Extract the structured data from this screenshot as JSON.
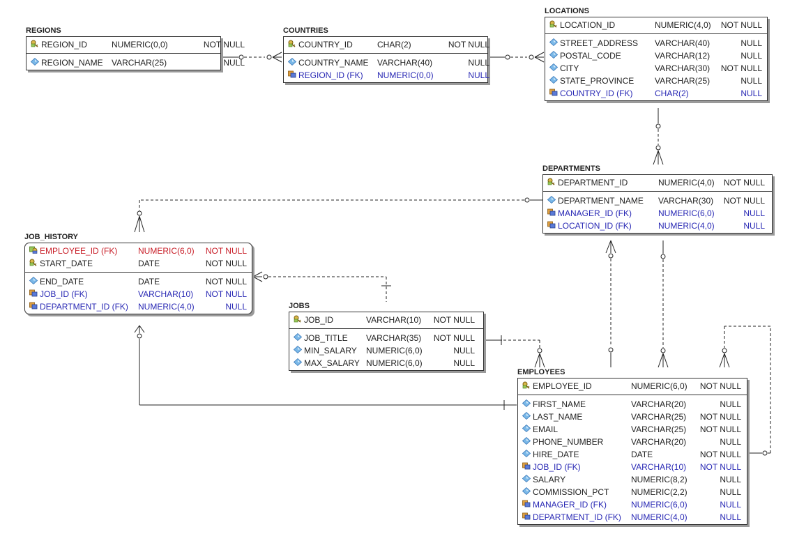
{
  "entities": {
    "regions": {
      "title": "REGIONS",
      "pk": [
        {
          "name": "REGION_ID",
          "type": "NUMERIC(0,0)",
          "nullable": "NOT NULL",
          "icon": "primary-key-icon"
        }
      ],
      "cols": [
        {
          "name": "REGION_NAME",
          "type": "VARCHAR(25)",
          "nullable": "NULL",
          "icon": "column-diamond-icon"
        }
      ]
    },
    "countries": {
      "title": "COUNTRIES",
      "pk": [
        {
          "name": "COUNTRY_ID",
          "type": "CHAR(2)",
          "nullable": "NOT NULL",
          "icon": "primary-key-icon"
        }
      ],
      "cols": [
        {
          "name": "COUNTRY_NAME",
          "type": "VARCHAR(40)",
          "nullable": "NULL",
          "icon": "column-diamond-icon"
        },
        {
          "name": "REGION_ID (FK)",
          "type": "NUMERIC(0,0)",
          "nullable": "NULL",
          "icon": "foreign-key-icon"
        }
      ]
    },
    "locations": {
      "title": "LOCATIONS",
      "pk": [
        {
          "name": "LOCATION_ID",
          "type": "NUMERIC(4,0)",
          "nullable": "NOT NULL",
          "icon": "primary-key-icon"
        }
      ],
      "cols": [
        {
          "name": "STREET_ADDRESS",
          "type": "VARCHAR(40)",
          "nullable": "NULL",
          "icon": "column-diamond-icon"
        },
        {
          "name": "POSTAL_CODE",
          "type": "VARCHAR(12)",
          "nullable": "NULL",
          "icon": "column-diamond-icon"
        },
        {
          "name": "CITY",
          "type": "VARCHAR(30)",
          "nullable": "NOT NULL",
          "icon": "column-diamond-icon"
        },
        {
          "name": "STATE_PROVINCE",
          "type": "VARCHAR(25)",
          "nullable": "NULL",
          "icon": "column-diamond-icon"
        },
        {
          "name": "COUNTRY_ID (FK)",
          "type": "CHAR(2)",
          "nullable": "NULL",
          "icon": "foreign-key-icon"
        }
      ]
    },
    "departments": {
      "title": "DEPARTMENTS",
      "pk": [
        {
          "name": "DEPARTMENT_ID",
          "type": "NUMERIC(4,0)",
          "nullable": "NOT NULL",
          "icon": "primary-key-icon"
        }
      ],
      "cols": [
        {
          "name": "DEPARTMENT_NAME",
          "type": "VARCHAR(30)",
          "nullable": "NOT NULL",
          "icon": "column-diamond-icon"
        },
        {
          "name": "MANAGER_ID (FK)",
          "type": "NUMERIC(6,0)",
          "nullable": "NULL",
          "icon": "foreign-key-icon"
        },
        {
          "name": "LOCATION_ID (FK)",
          "type": "NUMERIC(4,0)",
          "nullable": "NULL",
          "icon": "foreign-key-icon"
        }
      ]
    },
    "job_history": {
      "title": "JOB_HISTORY",
      "pk": [
        {
          "name": "EMPLOYEE_ID (FK)",
          "type": "NUMERIC(6,0)",
          "nullable": "NOT NULL",
          "icon": "primary-foreign-key-icon"
        },
        {
          "name": "START_DATE",
          "type": "DATE",
          "nullable": "NOT NULL",
          "icon": "primary-key-icon"
        }
      ],
      "cols": [
        {
          "name": "END_DATE",
          "type": "DATE",
          "nullable": "NOT NULL",
          "icon": "column-diamond-icon"
        },
        {
          "name": "JOB_ID (FK)",
          "type": "VARCHAR(10)",
          "nullable": "NOT NULL",
          "icon": "foreign-key-icon"
        },
        {
          "name": "DEPARTMENT_ID (FK)",
          "type": "NUMERIC(4,0)",
          "nullable": "NULL",
          "icon": "foreign-key-icon"
        }
      ]
    },
    "jobs": {
      "title": "JOBS",
      "pk": [
        {
          "name": "JOB_ID",
          "type": "VARCHAR(10)",
          "nullable": "NOT NULL",
          "icon": "primary-key-icon"
        }
      ],
      "cols": [
        {
          "name": "JOB_TITLE",
          "type": "VARCHAR(35)",
          "nullable": "NOT NULL",
          "icon": "column-diamond-icon"
        },
        {
          "name": "MIN_SALARY",
          "type": "NUMERIC(6,0)",
          "nullable": "NULL",
          "icon": "column-diamond-icon"
        },
        {
          "name": "MAX_SALARY",
          "type": "NUMERIC(6,0)",
          "nullable": "NULL",
          "icon": "column-diamond-icon"
        }
      ]
    },
    "employees": {
      "title": "EMPLOYEES",
      "pk": [
        {
          "name": "EMPLOYEE_ID",
          "type": "NUMERIC(6,0)",
          "nullable": "NOT NULL",
          "icon": "primary-key-icon"
        }
      ],
      "cols": [
        {
          "name": "FIRST_NAME",
          "type": "VARCHAR(20)",
          "nullable": "NULL",
          "icon": "column-diamond-icon"
        },
        {
          "name": "LAST_NAME",
          "type": "VARCHAR(25)",
          "nullable": "NOT NULL",
          "icon": "column-diamond-icon"
        },
        {
          "name": "EMAIL",
          "type": "VARCHAR(25)",
          "nullable": "NOT NULL",
          "icon": "column-diamond-icon"
        },
        {
          "name": "PHONE_NUMBER",
          "type": "VARCHAR(20)",
          "nullable": "NULL",
          "icon": "column-diamond-icon"
        },
        {
          "name": "HIRE_DATE",
          "type": "DATE",
          "nullable": "NOT NULL",
          "icon": "column-diamond-icon"
        },
        {
          "name": "JOB_ID (FK)",
          "type": "VARCHAR(10)",
          "nullable": "NOT NULL",
          "icon": "foreign-key-icon"
        },
        {
          "name": "SALARY",
          "type": "NUMERIC(8,2)",
          "nullable": "NULL",
          "icon": "column-diamond-icon"
        },
        {
          "name": "COMMISSION_PCT",
          "type": "NUMERIC(2,2)",
          "nullable": "NULL",
          "icon": "column-diamond-icon"
        },
        {
          "name": "MANAGER_ID (FK)",
          "type": "NUMERIC(6,0)",
          "nullable": "NULL",
          "icon": "foreign-key-icon"
        },
        {
          "name": "DEPARTMENT_ID (FK)",
          "type": "NUMERIC(4,0)",
          "nullable": "NULL",
          "icon": "foreign-key-icon"
        }
      ]
    }
  },
  "relationships": [
    {
      "from": "REGIONS",
      "to": "COUNTRIES",
      "via": "REGION_ID"
    },
    {
      "from": "COUNTRIES",
      "to": "LOCATIONS",
      "via": "COUNTRY_ID"
    },
    {
      "from": "LOCATIONS",
      "to": "DEPARTMENTS",
      "via": "LOCATION_ID"
    },
    {
      "from": "DEPARTMENTS",
      "to": "JOB_HISTORY",
      "via": "DEPARTMENT_ID"
    },
    {
      "from": "DEPARTMENTS",
      "to": "EMPLOYEES",
      "via": "DEPARTMENT_ID"
    },
    {
      "from": "EMPLOYEES",
      "to": "DEPARTMENTS",
      "via": "MANAGER_ID"
    },
    {
      "from": "JOBS",
      "to": "JOB_HISTORY",
      "via": "JOB_ID"
    },
    {
      "from": "JOBS",
      "to": "EMPLOYEES",
      "via": "JOB_ID"
    },
    {
      "from": "EMPLOYEES",
      "to": "JOB_HISTORY",
      "via": "EMPLOYEE_ID"
    },
    {
      "from": "EMPLOYEES",
      "to": "EMPLOYEES",
      "via": "MANAGER_ID"
    }
  ],
  "colors": {
    "text": "#222222",
    "fk_text": "#2828b4",
    "pk_fk_text": "#c81e28",
    "border": "#333333",
    "shadow": "#9a9a9a",
    "diamond_icon": "#5aa0dc",
    "key_icon": "#b89a2a"
  }
}
